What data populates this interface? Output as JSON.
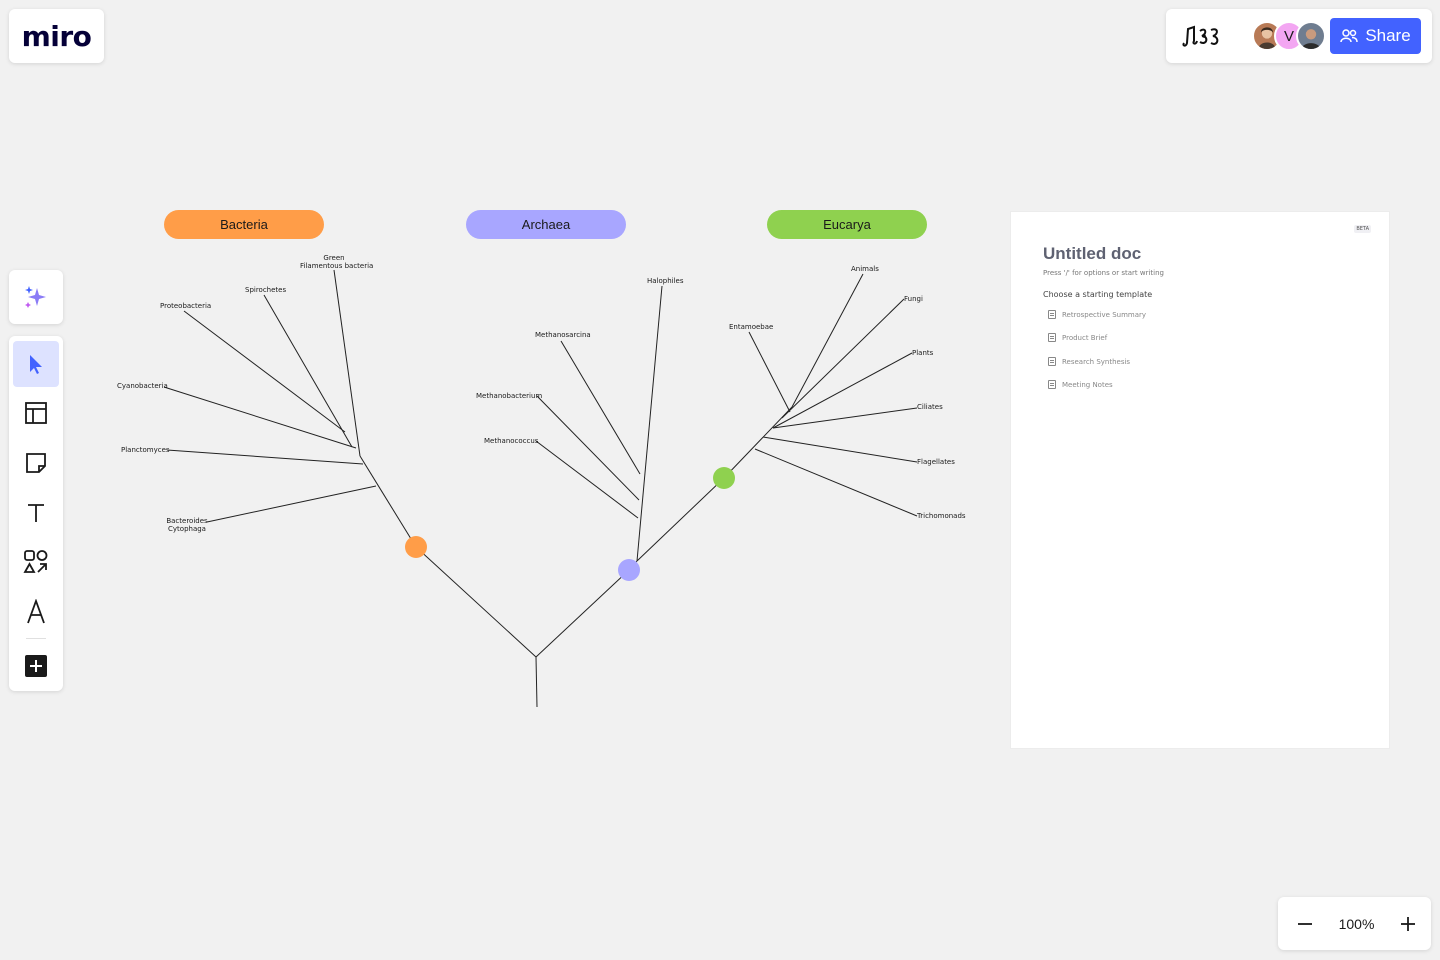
{
  "app": {
    "logo": "miro",
    "board_name_glyph": "ꟿƋƷ",
    "share_label": "Share",
    "avatar_letter": "V",
    "zoom_level": "100%"
  },
  "toolbar": {
    "ai_icon": "sparkle-icon",
    "tools": [
      "select-icon",
      "templates-icon",
      "sticky-note-icon",
      "text-icon",
      "shapes-icon",
      "pen-icon",
      "add-more-icon"
    ]
  },
  "tree": {
    "domains": [
      {
        "label": "Bacteria",
        "color": "#ff9d48"
      },
      {
        "label": "Archaea",
        "color": "#a8a6ff"
      },
      {
        "label": "Eucarya",
        "color": "#8fd14f"
      }
    ],
    "bacteria": [
      "Green",
      "Filamentous bacteria",
      "Spirochetes",
      "Proteobacteria",
      "Cyanobacteria",
      "Planctomyces",
      "Bacteroides",
      "Cytophaga"
    ],
    "archaea": [
      "Halophiles",
      "Methanosarcina",
      "Methanobacterium",
      "Methanococcus"
    ],
    "eucarya": [
      "Animals",
      "Fungi",
      "Entamoebae",
      "Plants",
      "Ciliates",
      "Flagellates",
      "Trichomonads"
    ]
  },
  "doc": {
    "beta": "BETA",
    "title": "Untitled doc",
    "hint": "Press '/' for options or start writing",
    "choose": "Choose a starting template",
    "templates": [
      "Retrospective Summary",
      "Product Brief",
      "Research Synthesis",
      "Meeting Notes"
    ]
  }
}
